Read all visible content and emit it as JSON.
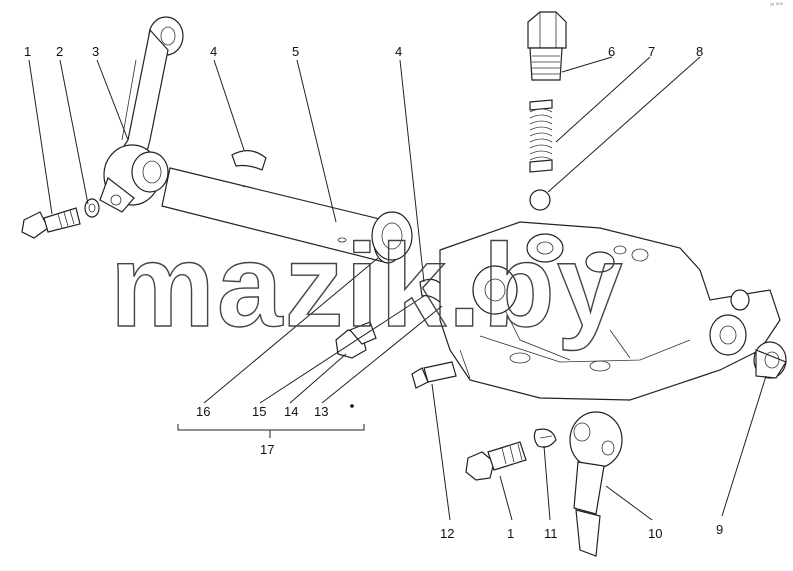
{
  "callouts": {
    "c1_top": "1",
    "c2": "2",
    "c3": "3",
    "c4_left": "4",
    "c5": "5",
    "c4_right": "4",
    "c6": "6",
    "c7": "7",
    "c8": "8",
    "c16": "16",
    "c15": "15",
    "c14": "14",
    "c13": "13",
    "c17": "17",
    "c12": "12",
    "c1_bottom": "1",
    "c11": "11",
    "c10": "10",
    "c9": "9"
  },
  "watermark": "mazik.by",
  "corner_mark": "ᵖᵗ ⁰⁰⁰"
}
